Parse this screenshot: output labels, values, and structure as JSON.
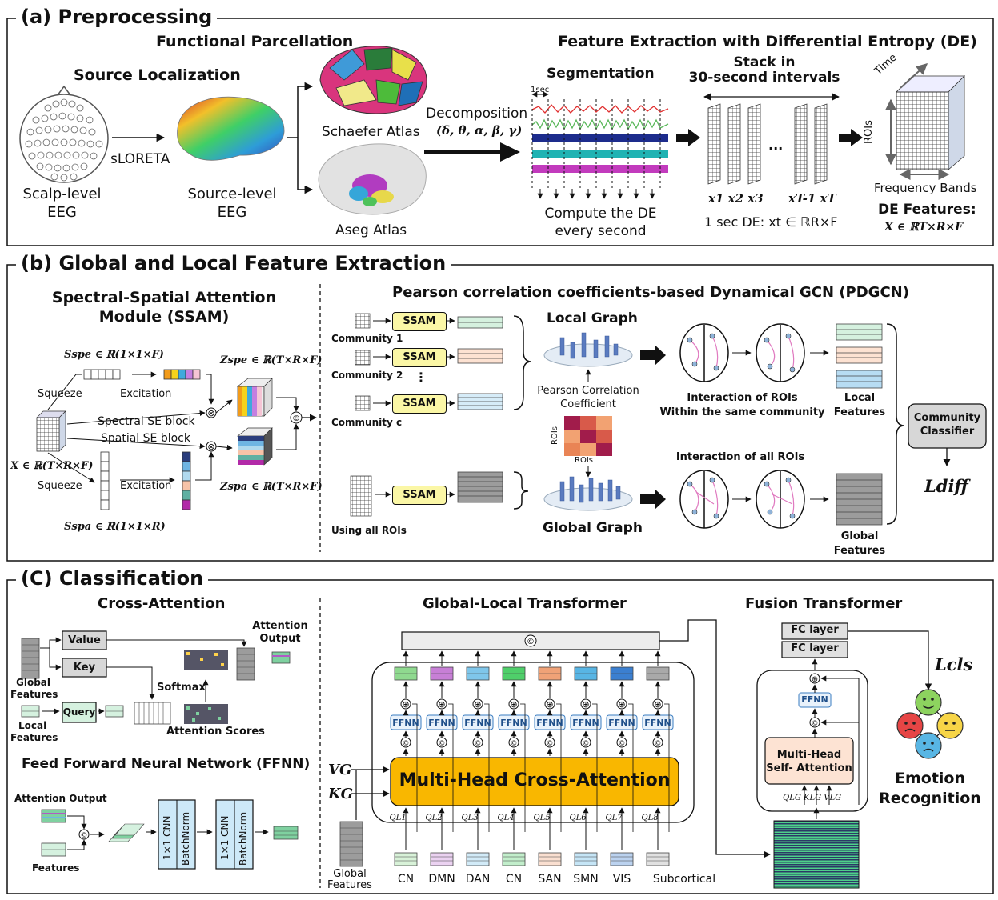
{
  "sections": {
    "a": {
      "title": "(a) Preprocessing"
    },
    "b": {
      "title": "(b) Global and Local Feature Extraction"
    },
    "c": {
      "title": "(C) Classification"
    }
  },
  "preprocessing": {
    "functional_parcellation": "Functional Parcellation",
    "feature_extraction": "Feature Extraction with Differential Entropy (DE)",
    "source_localization": "Source Localization",
    "sloreta": "sLORETA",
    "scalp_1": "Scalp-level",
    "scalp_2": "EEG",
    "source_1": "Source-level",
    "source_2": "EEG",
    "schaefer": "Schaefer Atlas",
    "aseg": "Aseg Atlas",
    "decomposition": "Decomposition",
    "bands": "(δ, θ, α, β, γ)",
    "segmentation": "Segmentation",
    "one_sec": "1sec",
    "stack_1": "Stack in",
    "stack_2": "30-second intervals",
    "compute_1": "Compute the DE",
    "compute_2": "every second",
    "x_seq": "x1 x2 x3",
    "x_end": "xT-1 xT",
    "ellipsis": "...",
    "one_sec_de": "1 sec DE: xt ∈ ℝR×F",
    "time": "Time",
    "rois": "ROIs",
    "freq_bands": "Frequency Bands",
    "de_features": "DE Features:",
    "de_formula": "X ∈ ℝT×R×F"
  },
  "extraction": {
    "ssam_title_1": "Spectral-Spatial Attention",
    "ssam_title_2": "Module (SSAM)",
    "s_spe": "Sspe ∈ ℝ(1×1×F)",
    "z_spe": "Zspe ∈ ℝ(T×R×F)",
    "squeeze": "Squeeze",
    "excitation": "Excitation",
    "spectral_se": "Spectral SE block",
    "spatial_se": "Spatial SE block",
    "x_input": "X ∈ ℝ(T×R×F)",
    "z_spa": "Zspa ∈ ℝ(T×R×F)",
    "s_spa": "Sspa ∈ ℝ(1×1×R)",
    "pdgcn_title": "Pearson correlation coefficients-based Dynamical GCN (PDGCN)",
    "ssam": "SSAM",
    "community_1": "Community 1",
    "community_2": "Community 2",
    "community_c": "Community c",
    "using_all": "Using all ROIs",
    "local_graph": "Local Graph",
    "global_graph": "Global Graph",
    "pearson_1": "Pearson Correlation",
    "pearson_2": "Coefficient",
    "rois_axis": "ROIs",
    "interaction_local_1": "Interaction of ROIs",
    "interaction_local_2": "Within the same community",
    "interaction_all": "Interaction of all ROIs",
    "local_features_1": "Local",
    "local_features_2": "Features",
    "global_features_1": "Global",
    "global_features_2": "Features",
    "community_classifier_1": "Community",
    "community_classifier_2": "Classifier",
    "l_diff": "Ldiff"
  },
  "classification": {
    "cross_attention": "Cross-Attention",
    "value": "Value",
    "key": "Key",
    "query": "Query",
    "softmax": "Softmax",
    "attention_output_1": "Attention",
    "attention_output_2": "Output",
    "attention_scores": "Attention Scores",
    "global_features_1": "Global",
    "global_features_2": "Features",
    "local_features_1": "Local",
    "local_features_2": "Features",
    "ffnn_title": "Feed Forward Neural Network (FFNN)",
    "ffnn_attention_output": "Attention Output",
    "ffnn_features": "Features",
    "cnn": "1×1 CNN",
    "batchnorm": "BatchNorm",
    "glt_title": "Global-Local Transformer",
    "ffnn": "FFNN",
    "mhca": "Multi-Head Cross-Attention",
    "vg": "VG",
    "kg": "KG",
    "q_labels": [
      "QL1",
      "QL2",
      "QL3",
      "QL4",
      "QL5",
      "QL6",
      "QL7",
      "QL8"
    ],
    "communities": [
      "CN",
      "DMN",
      "DAN",
      "CN",
      "SAN",
      "SMN",
      "VIS",
      "Subcortical"
    ],
    "glt_global_1": "Global",
    "glt_global_2": "Features",
    "fusion_title": "Fusion Transformer",
    "fc_layer": "FC layer",
    "mhsa_1": "Multi-Head",
    "mhsa_2": "Self- Attention",
    "qkv": "QLG KLG VLG",
    "l_cls": "Lcls",
    "emotion_1": "Emotion",
    "emotion_2": "Recognition"
  },
  "colors": {
    "ssam_fill": "#fbf7a6",
    "mhca_fill": "#f9b700",
    "mhsa_fill": "#fde3d3",
    "ffnn_fill": "#e9f2fb",
    "cnn_fill": "#cde9f8",
    "community_colors": [
      "#8fd98f",
      "#c77fd6",
      "#7fc6ea",
      "#4fcf6a",
      "#f0a277",
      "#58b5e4",
      "#3b7fd0",
      "#a9a9a9"
    ]
  }
}
